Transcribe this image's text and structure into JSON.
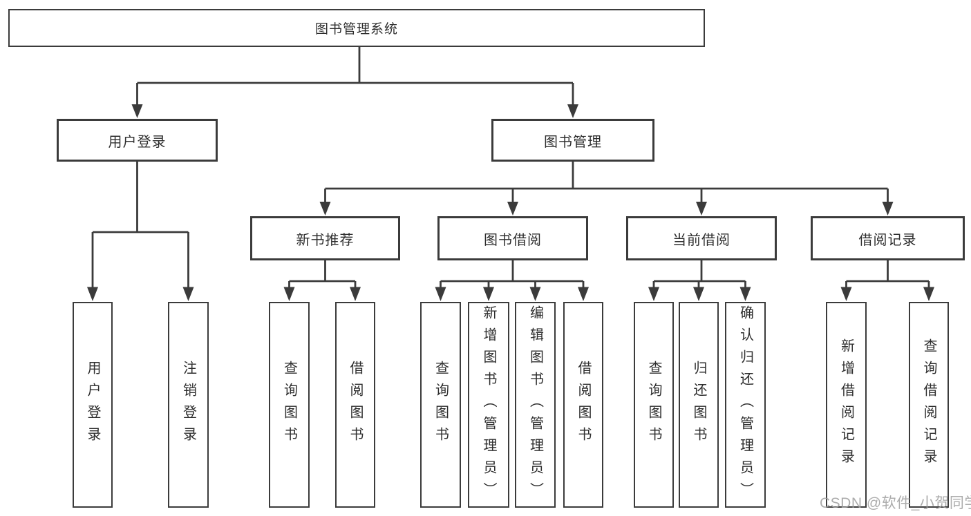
{
  "diagram": {
    "title": "图书管理系统",
    "root": {
      "label": "图书管理系统"
    },
    "branches": [
      {
        "label": "用户登录",
        "leaves": [
          {
            "label": "用户登录"
          },
          {
            "label": "注销登录"
          }
        ]
      },
      {
        "label": "图书管理",
        "sections": [
          {
            "label": "新书推荐",
            "leaves": [
              {
                "label": "查询图书"
              },
              {
                "label": "借阅图书"
              }
            ]
          },
          {
            "label": "图书借阅",
            "leaves": [
              {
                "label": "查询图书"
              },
              {
                "label": "新增图书（管理员）"
              },
              {
                "label": "编辑图书（管理员）"
              },
              {
                "label": "借阅图书"
              }
            ]
          },
          {
            "label": "当前借阅",
            "leaves": [
              {
                "label": "查询图书"
              },
              {
                "label": "归还图书"
              },
              {
                "label": "确认归还（管理员）"
              }
            ]
          },
          {
            "label": "借阅记录",
            "leaves": [
              {
                "label": "新增借阅记录"
              },
              {
                "label": "查询借阅记录"
              }
            ]
          }
        ]
      }
    ]
  },
  "watermark": {
    "text": "CSDN @软件_小贺同学",
    "color": "#9e9e9e"
  },
  "colors": {
    "line": "#3b3b3b",
    "text": "#2e2e2e",
    "background": "#ffffff"
  }
}
